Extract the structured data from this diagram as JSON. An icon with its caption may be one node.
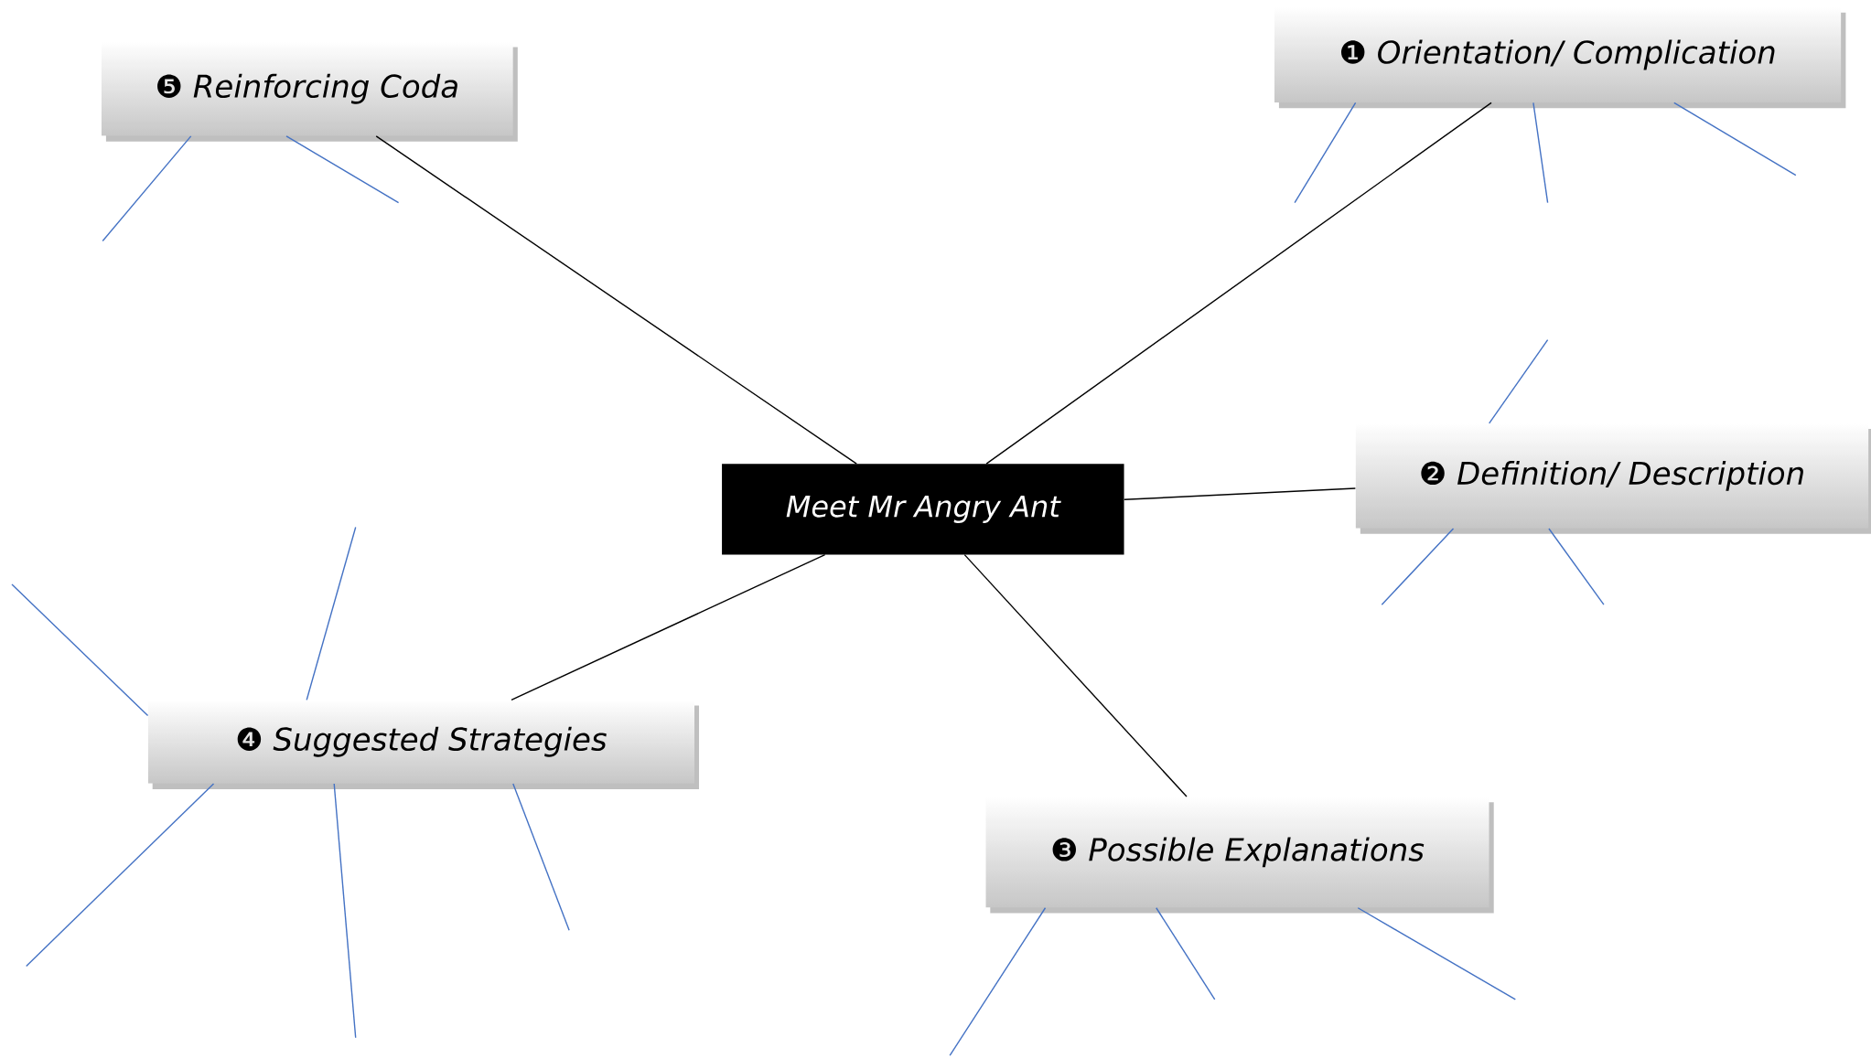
{
  "diagram": {
    "nodes": [
      {
        "text": [
          "Meet Mr Angry Ant"
        ]
      },
      {
        "text": [
          "❶ Orientation/ Complication"
        ]
      },
      {
        "text": [
          "❷ Definition/ Description"
        ]
      },
      {
        "text": [
          "❸ Possible Explanations"
        ]
      },
      {
        "text": [
          "❹ Suggested Strategies"
        ]
      },
      {
        "text": [
          "❺ Reinforcing Coda"
        ]
      }
    ],
    "edges": [
      {
        "from": 0,
        "to": 1,
        "arrow": "none",
        "color": "#000000"
      },
      {
        "from": 0,
        "to": 2,
        "arrow": "none",
        "color": "#000000"
      },
      {
        "from": 0,
        "to": 3,
        "arrow": "none",
        "color": "#000000"
      },
      {
        "from": 0,
        "to": 4,
        "arrow": "none",
        "color": "#000000"
      },
      {
        "from": 0,
        "to": 5,
        "arrow": "none",
        "color": "#000000"
      },
      {
        "from": 1,
        "to": null,
        "arrow": "none"
      },
      {
        "from": 1,
        "to": null,
        "arrow": "none"
      },
      {
        "from": 1,
        "to": null,
        "arrow": "none"
      },
      {
        "from": 2,
        "to": null,
        "arrow": "none"
      },
      {
        "from": 2,
        "to": null,
        "arrow": "none"
      },
      {
        "from": 2,
        "to": null,
        "arrow": "none"
      },
      {
        "from": 3,
        "to": null,
        "arrow": "none"
      },
      {
        "from": 3,
        "to": null,
        "arrow": "none"
      },
      {
        "from": 3,
        "to": null,
        "arrow": "none"
      },
      {
        "from": 4,
        "to": null,
        "arrow": "none"
      },
      {
        "from": 4,
        "to": null,
        "arrow": "none"
      },
      {
        "from": 4,
        "to": null,
        "arrow": "none"
      },
      {
        "from": 4,
        "to": null,
        "arrow": "none"
      },
      {
        "from": 4,
        "to": null,
        "arrow": "none"
      },
      {
        "from": 5,
        "to": null,
        "arrow": "none"
      },
      {
        "from": 5,
        "to": null,
        "arrow": "none"
      }
    ]
  }
}
